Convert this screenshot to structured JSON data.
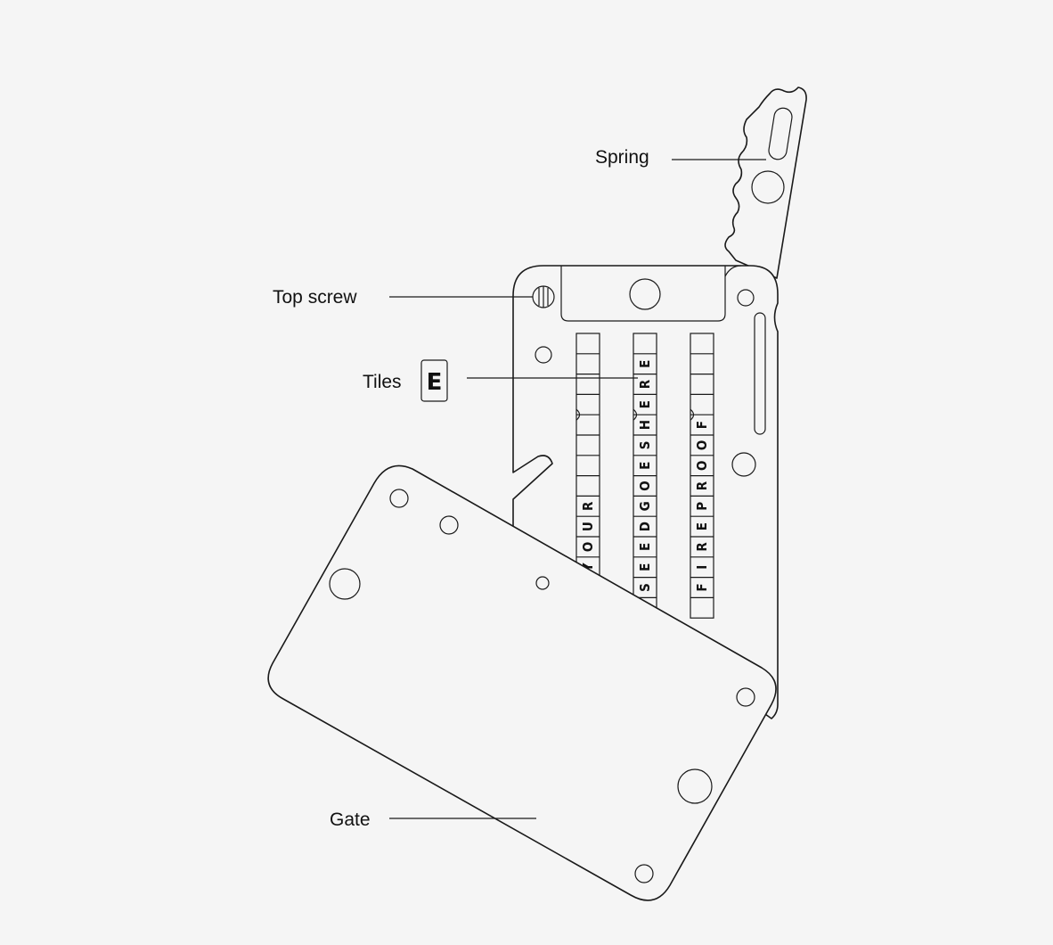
{
  "labels": {
    "spring": "Spring",
    "top_screw": "Top screw",
    "tiles": "Tiles",
    "gate": "Gate"
  },
  "tile_icon_letter": "E",
  "columns": [
    {
      "letters": [
        "Y",
        "O",
        "U",
        "R"
      ]
    },
    {
      "letters": [
        "S",
        "E",
        "E",
        "D",
        "G",
        "O",
        "E",
        "S",
        "H",
        "E",
        "R",
        "E"
      ]
    },
    {
      "letters": [
        "F",
        "I",
        "R",
        "E",
        "P",
        "R",
        "O",
        "O",
        "F"
      ]
    }
  ]
}
